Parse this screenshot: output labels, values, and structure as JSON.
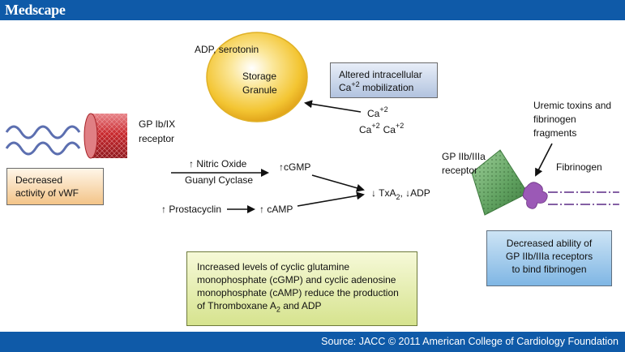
{
  "header": {
    "brand": "Medscape"
  },
  "footer": {
    "source": "Source: JACC © 2011 American College of Cardiology Foundation"
  },
  "labels": {
    "adp_serotonin": "ADP, serotonin",
    "storage_line1": "Storage",
    "storage_line2": "Granule",
    "gp_ib_ix_line1": "GP Ib/IX",
    "gp_ib_ix_line2": "receptor",
    "ca_top": "Ca",
    "ca_top_sup": "+2",
    "ca_bottom_left": "Ca",
    "ca_bottom_left_sup": "+2",
    "ca_bottom_right": "Ca",
    "ca_bottom_right_sup": "+2",
    "nitric_oxide": "↑ Nitric Oxide",
    "guanyl_cyclase": "Guanyl Cyclase",
    "cgmp": "↑cGMP",
    "prostacyclin": "↑ Prostacyclin",
    "camp": "↑ cAMP",
    "txa_prefix": "↓ TxA",
    "txa_sub": "2",
    "txa_suffix": ", ↓ADP",
    "gp_iib_line1": "GP IIb/IIIa",
    "gp_iib_line2": "receptor",
    "uremic_line1": "Uremic toxins and",
    "uremic_line2": "fibrinogen",
    "uremic_line3": "fragments",
    "fibrinogen": "Fibrinogen"
  },
  "boxes": {
    "vwf_line1": "Decreased",
    "vwf_line2": "activity of vWF",
    "ca_line1": "Altered intracellular",
    "ca_line2_ca": "Ca",
    "ca_line2_sup": "+2",
    "ca_line2_rest": " mobilization",
    "gp_line1": "Decreased ability of",
    "gp_line2": "GP IIb/IIIa receptors",
    "gp_line3": "to bind fibrinogen",
    "main_text": "Increased levels of cyclic glutamine monophosphate (cGMP) and cyclic adenosine monophosphate (cAMP) reduce the production of Thromboxane A",
    "main_sub": "2",
    "main_tail": " and ADP"
  },
  "colors": {
    "bar": "#0f5aa8",
    "granule": "#f6cf3c",
    "receptor_red": "#c8282d",
    "receptor_green": "#5fa05f",
    "fibrinogen_purple": "#9b59b6",
    "wave_blue": "#5c6fb0"
  }
}
